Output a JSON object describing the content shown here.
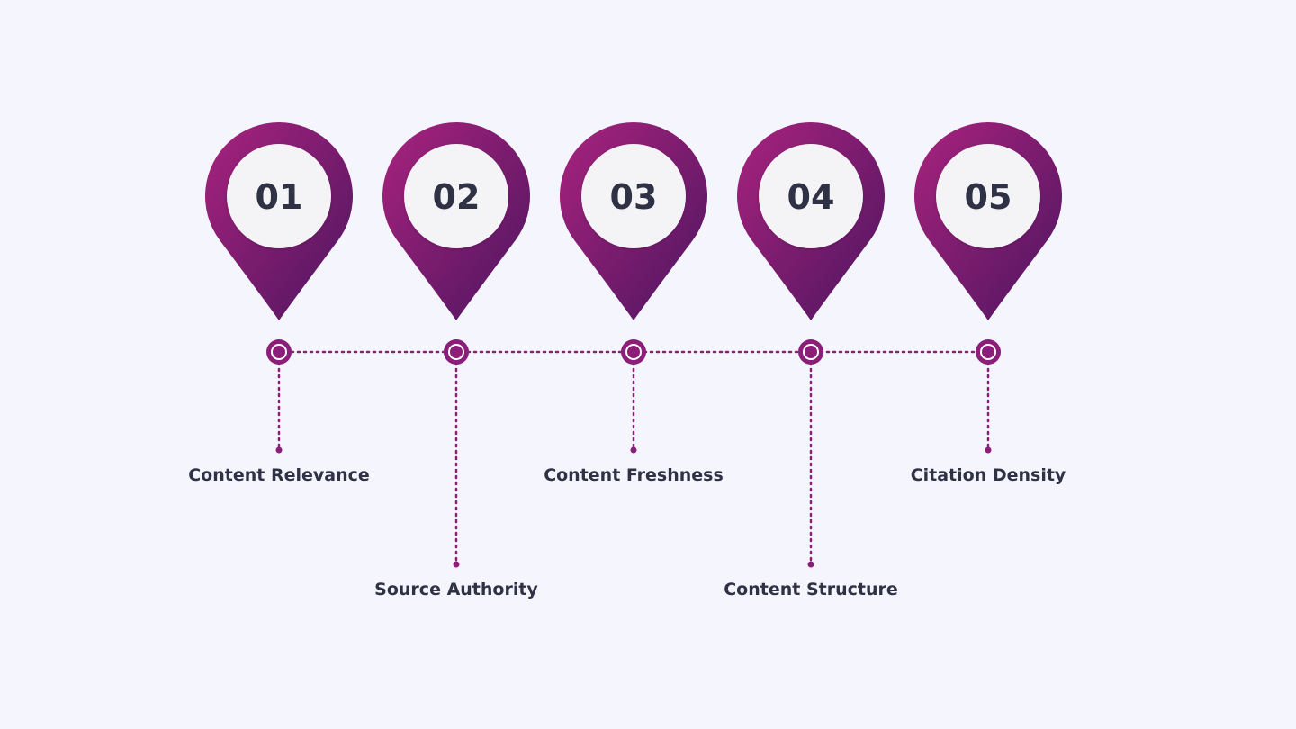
{
  "colors": {
    "background": "#f5f5fd",
    "pin_gradient_start": "#a8237d",
    "pin_gradient_end": "#4d1560",
    "accent": "#8b1e78",
    "number_text": "#2f3145",
    "label_text": "#2f3145",
    "inner_circle": "#f4f4f7"
  },
  "steps": [
    {
      "number": "01",
      "label": "Content Relevance",
      "tier": "upper"
    },
    {
      "number": "02",
      "label": "Source Authority",
      "tier": "lower"
    },
    {
      "number": "03",
      "label": "Content Freshness",
      "tier": "upper"
    },
    {
      "number": "04",
      "label": "Content Structure",
      "tier": "lower"
    },
    {
      "number": "05",
      "label": "Citation Density",
      "tier": "upper"
    }
  ],
  "icons": {
    "pin": "map-pin-icon",
    "node": "timeline-node-icon"
  }
}
